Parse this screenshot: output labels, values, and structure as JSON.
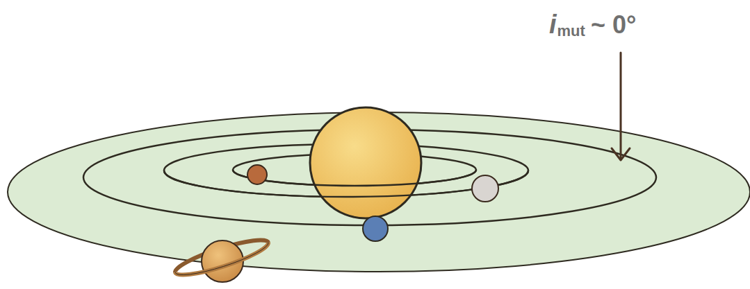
{
  "diagram": {
    "labels": [
      "i",
      "mut",
      "~ 0°"
    ]
  }
}
